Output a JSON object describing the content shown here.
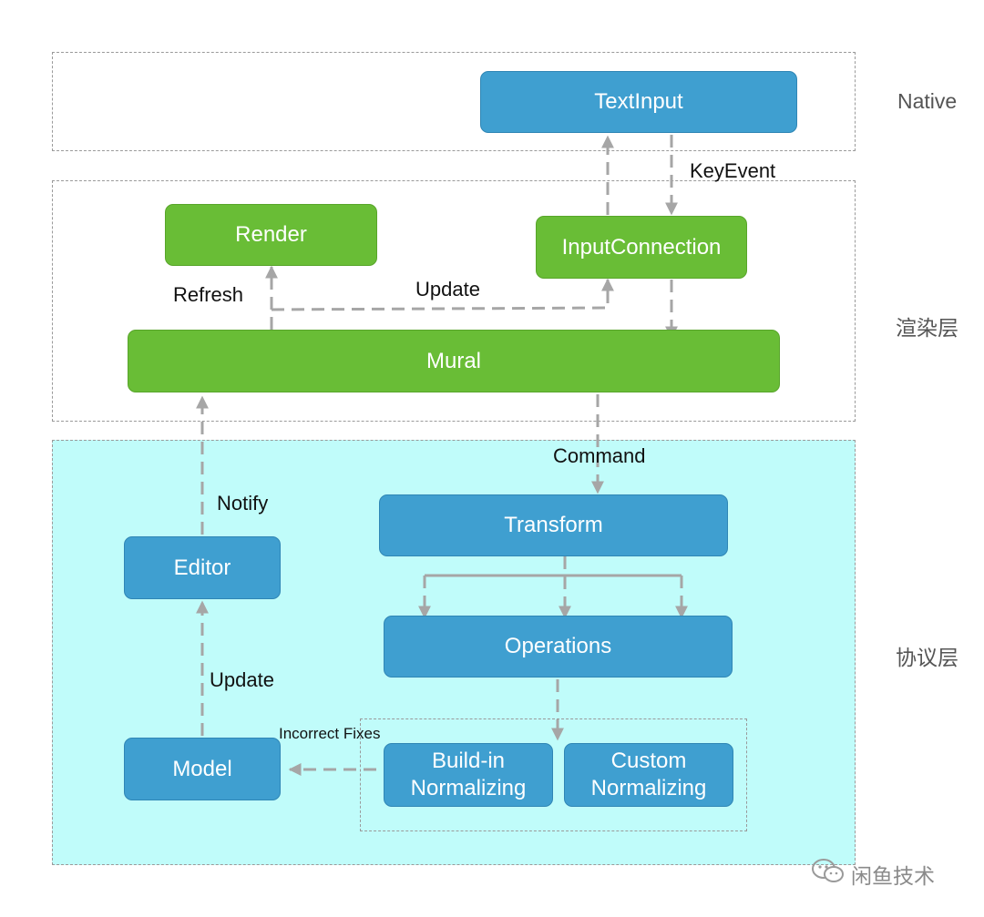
{
  "layers": {
    "native": "Native",
    "render": "渲染层",
    "protocol": "协议层"
  },
  "nodes": {
    "textinput": "TextInput",
    "inputconnection": "InputConnection",
    "render": "Render",
    "mural": "Mural",
    "transform": "Transform",
    "operations": "Operations",
    "editor": "Editor",
    "model": "Model",
    "buildin": "Build-in\nNormalizing",
    "custom": "Custom\nNormalizing"
  },
  "edge_labels": {
    "keyevent": "KeyEvent",
    "update_top": "Update",
    "refresh": "Refresh",
    "command": "Command",
    "notify": "Notify",
    "update_left": "Update",
    "incorrect_fixes": "Incorrect Fixes"
  },
  "colors": {
    "blue_node": "#3f9fd0",
    "green_node": "#69bd36",
    "protocol_bg": "#c0fcfa",
    "arrow": "#a6a6a6"
  },
  "watermark": {
    "icon": "wechat-icon",
    "text": "闲鱼技术"
  }
}
